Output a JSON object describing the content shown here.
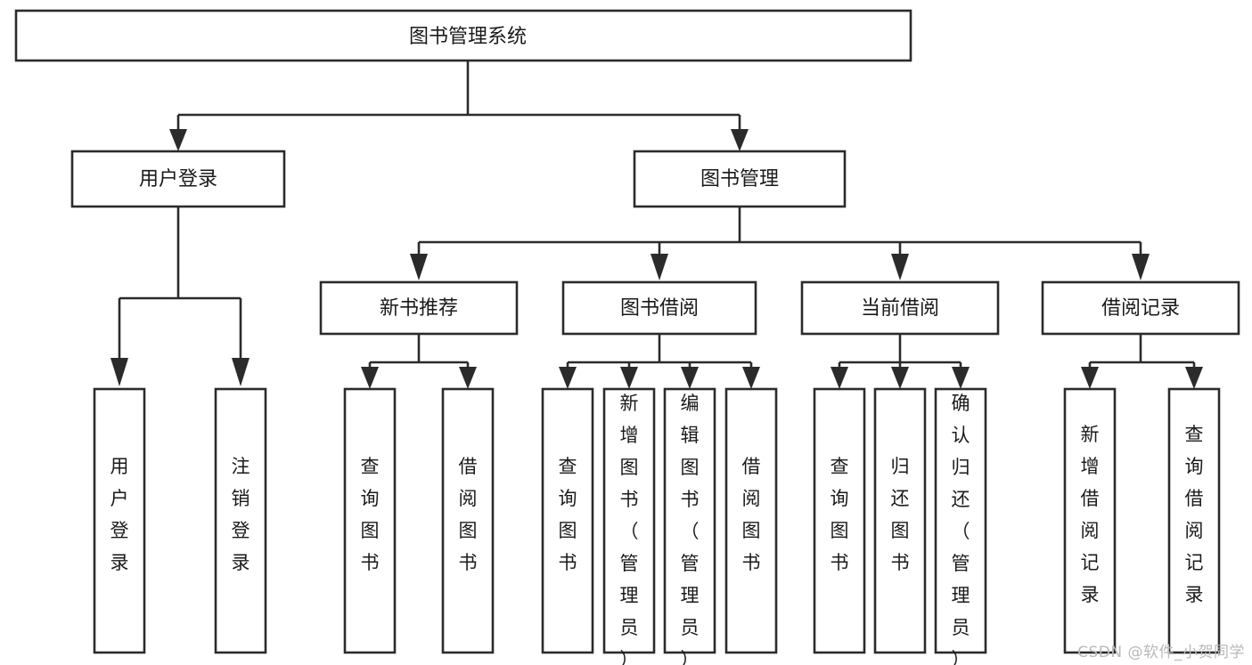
{
  "diagram": {
    "title": "图书管理系统",
    "type": "tree-hierarchy",
    "watermark": "CSDN @软件_小贺同学",
    "colors": {
      "box_stroke": "#2b2b2b",
      "box_fill": "#ffffff",
      "connector": "#2b2b2b",
      "text": "#1a1a1a",
      "background": "#ffffff",
      "watermark": "#b9b9b9"
    },
    "root": {
      "label": "图书管理系统"
    },
    "level2": [
      {
        "label": "用户登录"
      },
      {
        "label": "图书管理"
      }
    ],
    "level3": [
      {
        "label": "新书推荐"
      },
      {
        "label": "图书借阅"
      },
      {
        "label": "当前借阅"
      },
      {
        "label": "借阅记录"
      }
    ],
    "leaves": {
      "user_login": [
        {
          "label": "用户登录"
        },
        {
          "label": "注销登录"
        }
      ],
      "new_book_recommend": [
        {
          "label": "查询图书"
        },
        {
          "label": "借阅图书"
        }
      ],
      "book_borrow": [
        {
          "label": "查询图书"
        },
        {
          "label": "新增图书（管理员）"
        },
        {
          "label": "编辑图书（管理员）"
        },
        {
          "label": "借阅图书"
        }
      ],
      "current_borrow": [
        {
          "label": "查询图书"
        },
        {
          "label": "归还图书"
        },
        {
          "label": "确认归还（管理员）"
        }
      ],
      "borrow_record": [
        {
          "label": "新增借阅记录"
        },
        {
          "label": "查询借阅记录"
        }
      ]
    }
  }
}
